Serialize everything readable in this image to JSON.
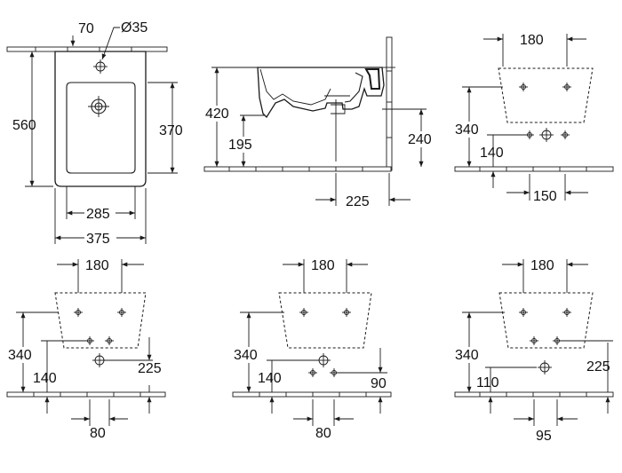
{
  "colors": {
    "line": "#1a1a1a",
    "background": "#ffffff"
  },
  "views": {
    "plan": {
      "dim_hole_offset": "70",
      "dim_hole_diameter": "Ø35",
      "dim_length": "560",
      "dim_bowl_length": "370",
      "dim_bowl_width": "285",
      "dim_overall_width": "375"
    },
    "side": {
      "dim_height": "420",
      "dim_drain_height": "195",
      "dim_inlet_height": "240",
      "dim_inlet_offset": "225"
    },
    "front_1": {
      "dim_upper_spacing": "180",
      "dim_upper_height": "340",
      "dim_lower_height": "140",
      "dim_lower_spacing": "150"
    },
    "front_2": {
      "dim_upper_spacing": "180",
      "dim_upper_height": "340",
      "dim_lower_height": "140",
      "dim_drain_height": "225",
      "dim_lower_spacing": "80"
    },
    "front_3": {
      "dim_upper_spacing": "180",
      "dim_upper_height": "340",
      "dim_lower_height": "140",
      "dim_drain_height": "90",
      "dim_lower_spacing": "80"
    },
    "front_4": {
      "dim_upper_spacing": "180",
      "dim_upper_height": "340",
      "dim_lower_height": "110",
      "dim_drain_height": "225",
      "dim_lower_spacing": "95"
    }
  }
}
